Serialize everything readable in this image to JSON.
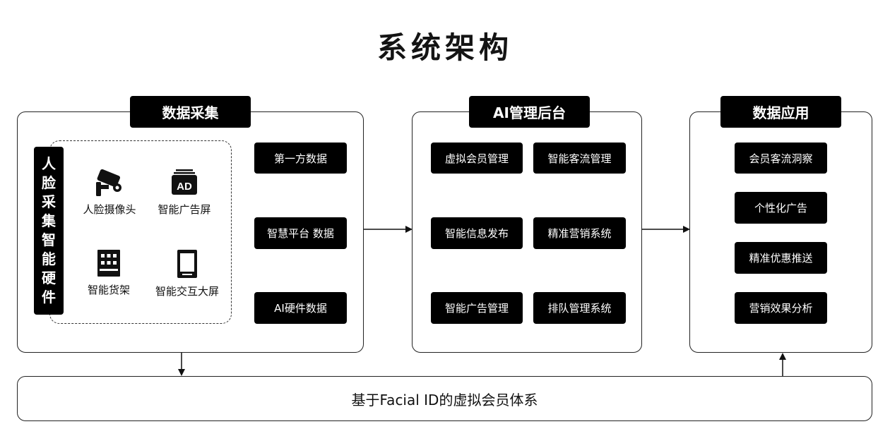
{
  "title": "系统架构",
  "panels": {
    "collection": {
      "tag": "数据采集",
      "vertical_label": [
        "人",
        "脸",
        "采",
        "集",
        "智",
        "能",
        "硬",
        "件"
      ],
      "devices": [
        {
          "label": "人脸摄像头",
          "icon": "camera-icon"
        },
        {
          "label": "智能广告屏",
          "icon": "ad-screen-icon",
          "icon_text": "AD"
        },
        {
          "label": "智能货架",
          "icon": "shelf-icon"
        },
        {
          "label": "智能交互大屏",
          "icon": "interactive-screen-icon"
        }
      ],
      "sources": [
        "第一方数据",
        "智慧平台 数据",
        "AI硬件数据"
      ]
    },
    "admin": {
      "tag": "AI管理后台",
      "items": [
        "虚拟会员管理",
        "智能客流管理",
        "智能信息发布",
        "精准营销系统",
        "智能广告管理",
        "排队管理系统"
      ]
    },
    "application": {
      "tag": "数据应用",
      "items": [
        "会员客流洞察",
        "个性化广告",
        "精准优惠推送",
        "营销效果分析"
      ]
    }
  },
  "base": {
    "label": "基于Facial ID的虚拟会员体系"
  },
  "colors": {
    "box_fill": "#000000",
    "box_text": "#ffffff",
    "border": "#222222",
    "background": "#ffffff"
  }
}
